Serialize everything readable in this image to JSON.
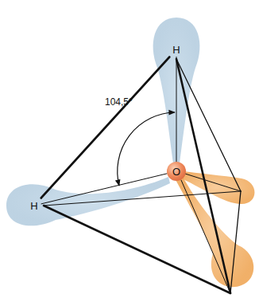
{
  "diagram": {
    "nodes": [
      {
        "text": [
          "H"
        ]
      },
      {
        "text": [
          "H"
        ]
      },
      {
        "text": [
          "O"
        ]
      }
    ],
    "edges": [
      {
        "from": 0,
        "to": 1,
        "arrow": "none"
      },
      {
        "from": 2,
        "to": 0,
        "arrow": "none"
      },
      {
        "from": 2,
        "to": 1,
        "arrow": "none"
      }
    ],
    "labels": [
      "104,5°"
    ]
  }
}
